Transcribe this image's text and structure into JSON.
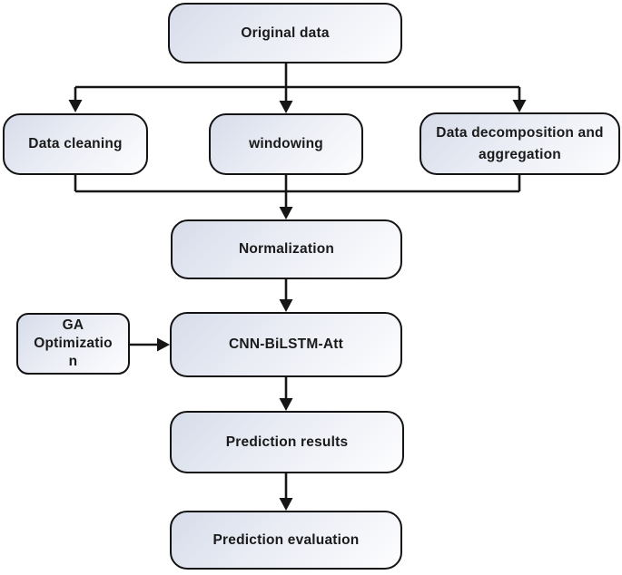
{
  "diagram": {
    "type": "flowchart",
    "colors": {
      "node_fill_start": "#d7dcea",
      "node_fill_end": "#fdfdfe",
      "node_border": "#131313",
      "connector": "#161616",
      "text": "#1a1a1a",
      "background": "#ffffff"
    },
    "nodes": {
      "original_data": {
        "label": "Original data"
      },
      "data_cleaning": {
        "label": "Data cleaning"
      },
      "windowing": {
        "label": "windowing"
      },
      "data_decomposition_aggregation": {
        "label": "Data decomposition and aggregation"
      },
      "normalization": {
        "label": "Normalization"
      },
      "ga_optimization": {
        "label": "GA Optimization",
        "lines": [
          "GA",
          "Optimizatio",
          "n"
        ]
      },
      "cnn_bilstm_att": {
        "label": "CNN-BiLSTM-Att"
      },
      "prediction_results": {
        "label": "Prediction results"
      },
      "prediction_evaluation": {
        "label": "Prediction evaluation"
      }
    },
    "edges": [
      {
        "from": "original_data",
        "to": "data_cleaning"
      },
      {
        "from": "original_data",
        "to": "windowing"
      },
      {
        "from": "original_data",
        "to": "data_decomposition_aggregation"
      },
      {
        "from": "data_cleaning",
        "to": "normalization"
      },
      {
        "from": "windowing",
        "to": "normalization"
      },
      {
        "from": "data_decomposition_aggregation",
        "to": "normalization"
      },
      {
        "from": "normalization",
        "to": "cnn_bilstm_att"
      },
      {
        "from": "ga_optimization",
        "to": "cnn_bilstm_att"
      },
      {
        "from": "cnn_bilstm_att",
        "to": "prediction_results"
      },
      {
        "from": "prediction_results",
        "to": "prediction_evaluation"
      }
    ]
  }
}
